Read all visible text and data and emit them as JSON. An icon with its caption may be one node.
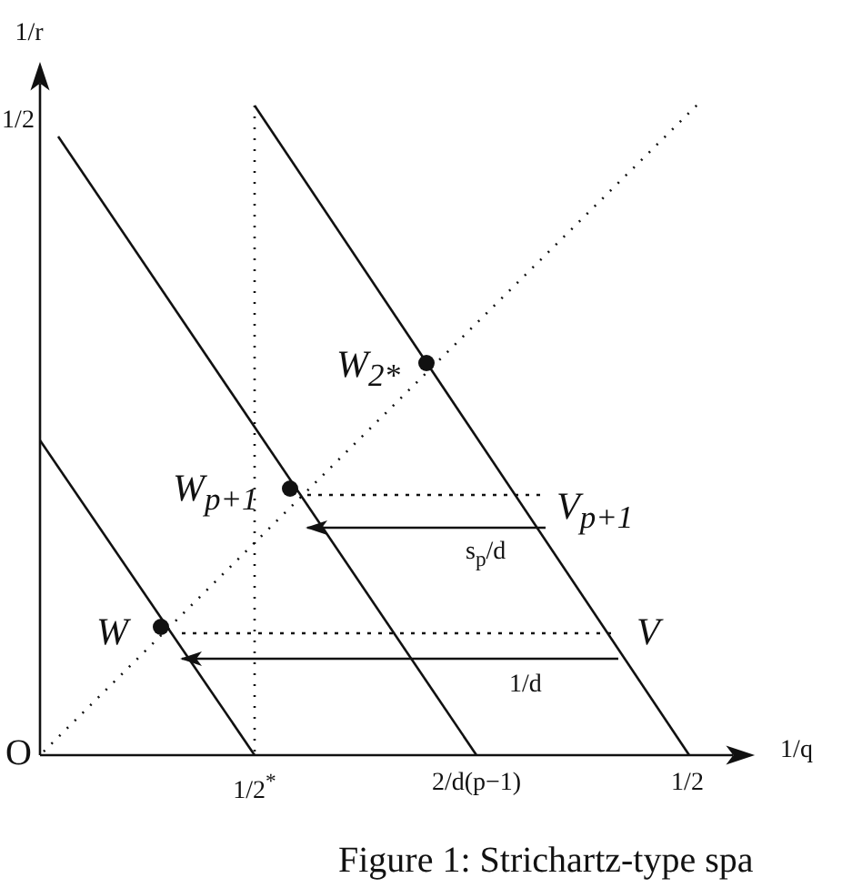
{
  "diagram": {
    "caption": "Figure 1: Strichartz-type spa",
    "nodes": [
      {
        "text": [
          "W"
        ]
      },
      {
        "text": [
          "V"
        ]
      },
      {
        "text": [
          "W$_{p+1}$"
        ]
      },
      {
        "text": [
          "V$_{p+1}$"
        ]
      },
      {
        "text": [
          "W$_{2*}$"
        ]
      }
    ],
    "edges": [
      {
        "from": 0,
        "to": 1,
        "arrow": "none",
        "style": "dashed"
      },
      {
        "from": 1,
        "to": 0,
        "arrow": "to",
        "label": "1/d"
      },
      {
        "from": 2,
        "to": 3,
        "arrow": "none",
        "style": "dashed"
      },
      {
        "from": 3,
        "to": 2,
        "arrow": "to",
        "label": "s$_{p}$/d"
      }
    ],
    "labels": [
      "1/r",
      "1/2",
      "O",
      "1/2$^{*}$",
      "2/d(p−1)",
      "1/2",
      "1/q"
    ]
  }
}
